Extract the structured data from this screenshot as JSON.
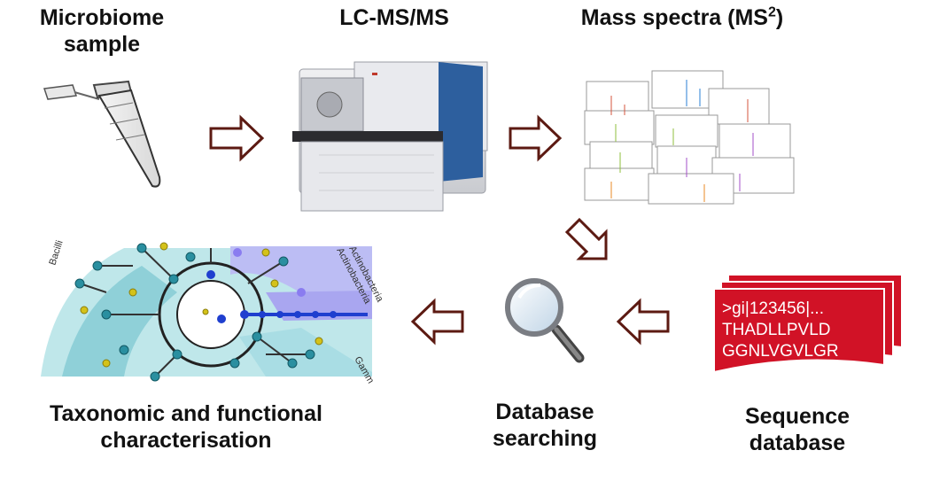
{
  "steps": {
    "sample": {
      "line1": "Microbiome",
      "line2": "sample"
    },
    "lcms": {
      "title": "LC-MS/MS"
    },
    "spectra": {
      "title_prefix": "Mass spectra (MS",
      "title_sup": "2",
      "title_suffix": ")"
    },
    "database": {
      "line1": "Sequence",
      "line2": "database",
      "records": [
        ">gi|123456|...",
        "THADLLPVLD",
        "GGNLVGVLGR"
      ]
    },
    "search": {
      "line1": "Database",
      "line2": "searching"
    },
    "characterisation": {
      "line1": "Taxonomic and functional",
      "line2": "characterisation"
    }
  },
  "tree_labels": [
    "Actinobacteria",
    "Actinobacteria",
    "Bacilli",
    "Gamm"
  ],
  "colors": {
    "arrow_stroke": "#5c1a12",
    "database_red": "#d11226",
    "tree_blue": "#1f3fcf",
    "tree_teal": "#2a8fa0",
    "tree_yellow": "#d4c21a",
    "tree_purple": "#8a7cf0"
  },
  "icons": [
    "tube-icon",
    "mass-spectrometer-icon",
    "spectra-icon",
    "magnifier-icon",
    "database-stack-icon",
    "cladogram-icon",
    "arrow-icon"
  ]
}
